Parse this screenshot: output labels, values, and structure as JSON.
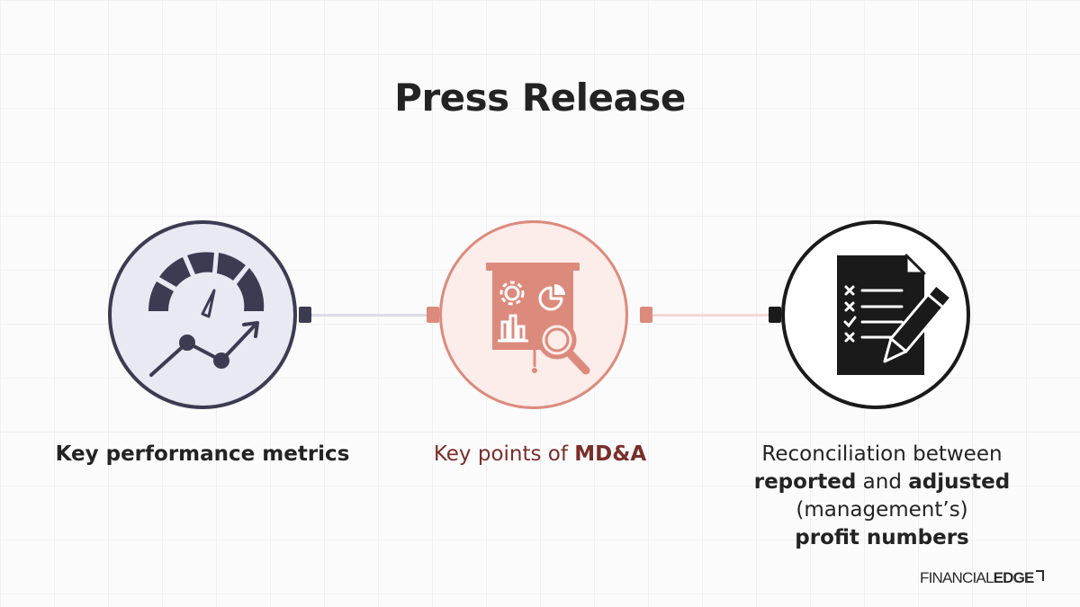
{
  "title": "Press Release",
  "items": [
    {
      "label": "Key performance metrics",
      "icon": "speedometer-chart-icon"
    },
    {
      "label_prefix": "Key points of ",
      "label_bold": "MD&A",
      "icon": "presentation-board-icon"
    },
    {
      "line1": "Reconciliation between",
      "line2_bold_a": "reported",
      "line2_mid": " and ",
      "line2_bold_b": "adjusted",
      "line3": "(management’s)",
      "line4_bold": "profit numbers",
      "icon": "checklist-document-pen-icon"
    }
  ],
  "logo": {
    "light": "FINANCIAL",
    "bold": "EDGE"
  },
  "colors": {
    "navy": "#3c3b52",
    "salmon": "#dc8a7c",
    "maroon": "#7a2e2a",
    "black": "#1a1a1a"
  }
}
